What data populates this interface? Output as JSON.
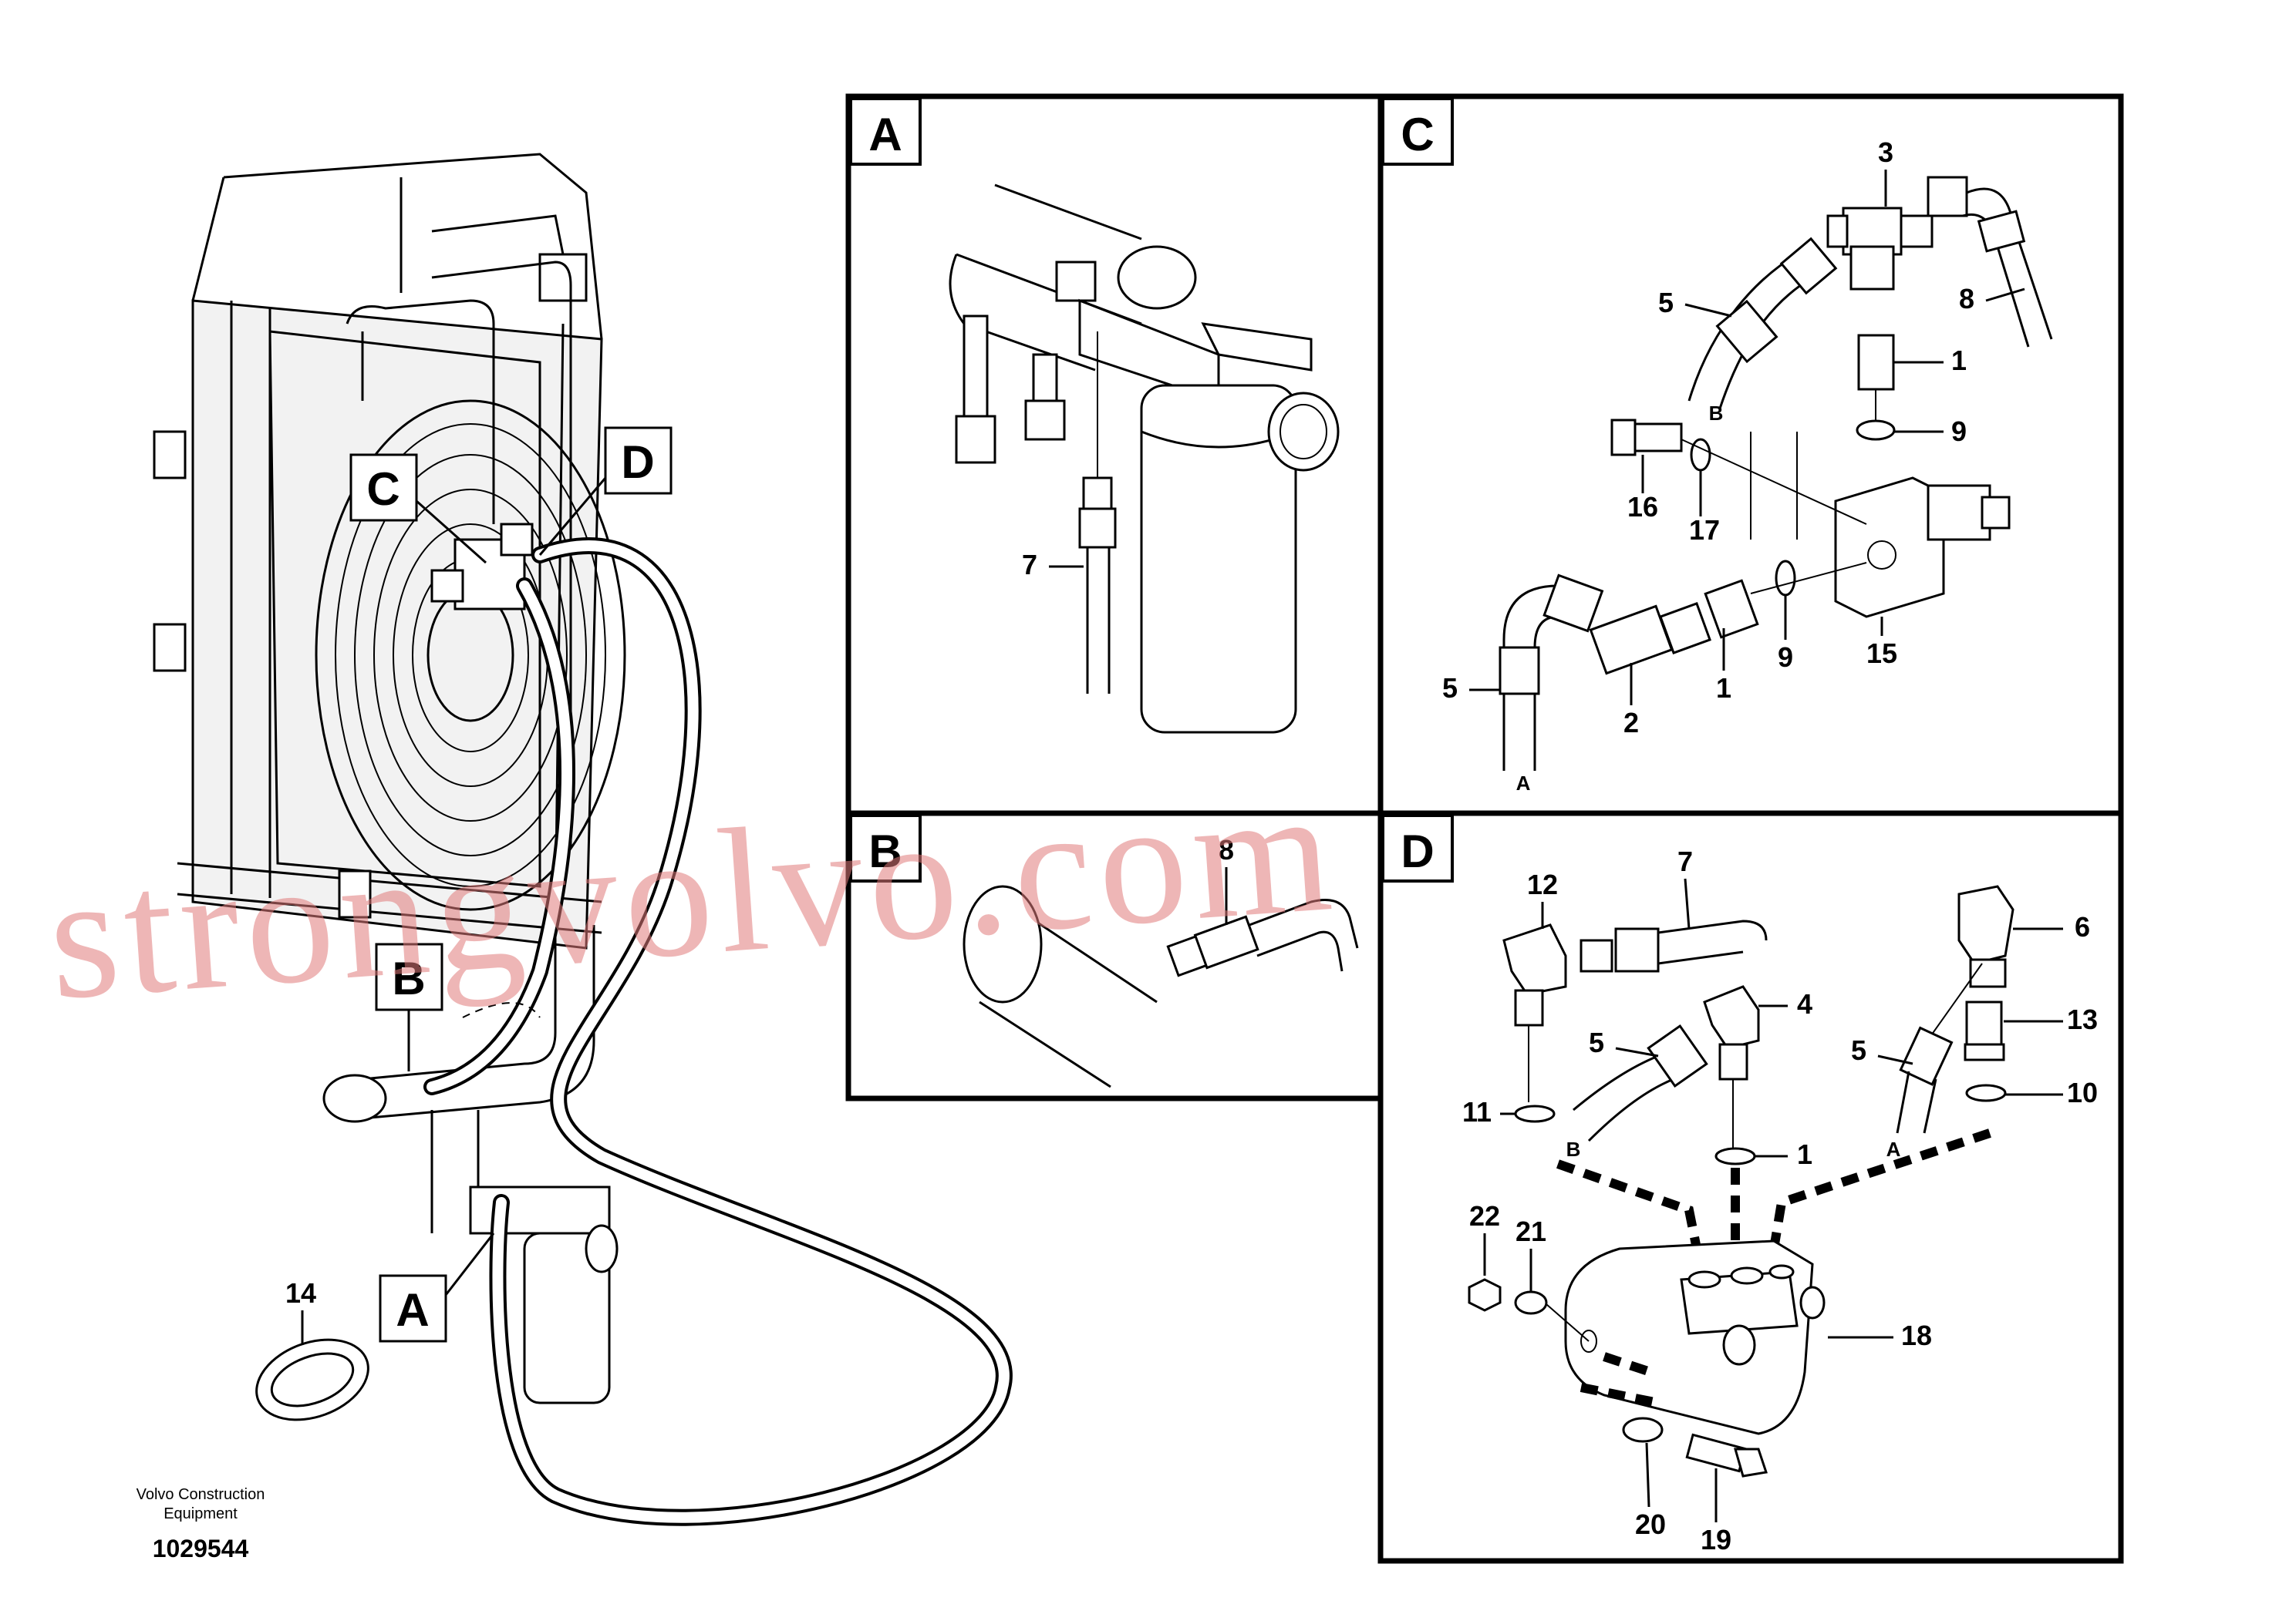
{
  "callouts": {
    "overview": [
      "C",
      "D",
      "B",
      "A",
      "14"
    ],
    "panel_a": {
      "tag": "A",
      "labels": [
        "7"
      ]
    },
    "panel_b": {
      "tag": "B",
      "labels": [
        "8"
      ]
    },
    "panel_c": {
      "tag": "C",
      "labels": [
        "3",
        "5",
        "8",
        "1",
        "B",
        "9",
        "16",
        "17",
        "5",
        "1",
        "9",
        "15",
        "2",
        "A"
      ]
    },
    "panel_d": {
      "tag": "D",
      "labels": [
        "12",
        "7",
        "6",
        "4",
        "13",
        "5",
        "5",
        "11",
        "10",
        "1",
        "B",
        "A",
        "22",
        "21",
        "18",
        "20",
        "19"
      ]
    }
  },
  "credit": {
    "line1": "Volvo Construction",
    "line2": "Equipment"
  },
  "drawing_number": "1029544",
  "watermark": "strongvolvo.com"
}
